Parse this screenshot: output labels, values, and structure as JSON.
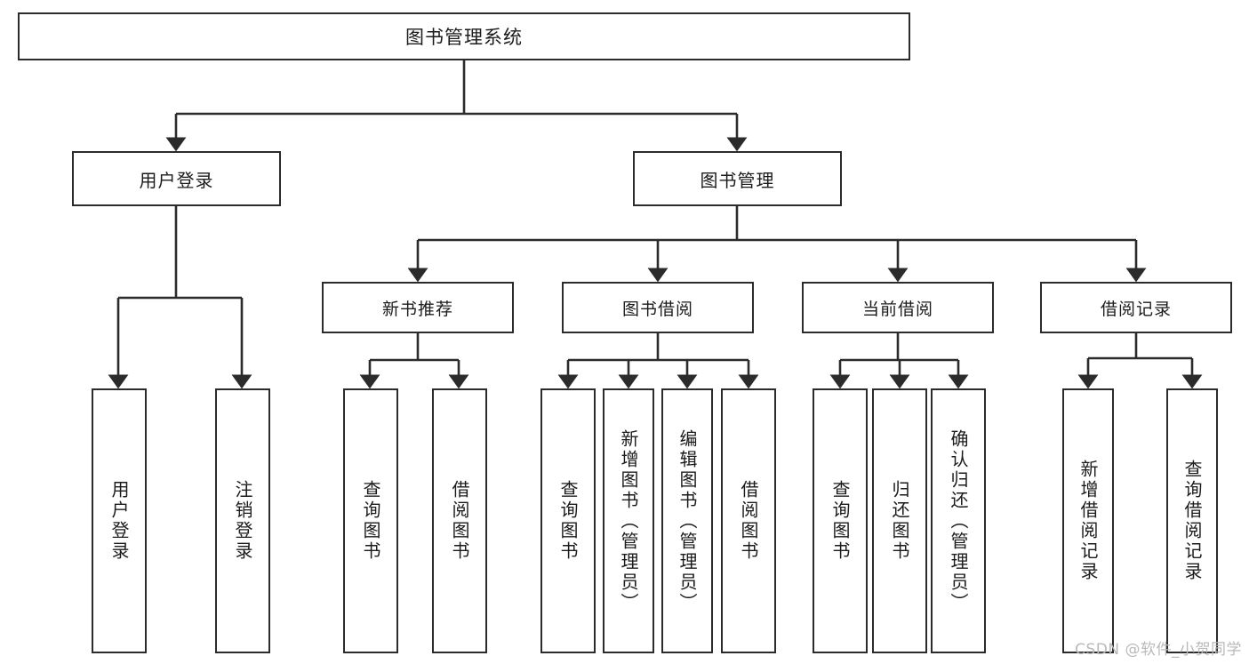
{
  "diagram": {
    "title": "图书管理系统",
    "watermark": "CSDN @软件_小贺同学",
    "root": {
      "label": "图书管理系统"
    },
    "level1": [
      {
        "label": "用户登录"
      },
      {
        "label": "图书管理"
      }
    ],
    "level2": [
      {
        "label": "新书推荐"
      },
      {
        "label": "图书借阅"
      },
      {
        "label": "当前借阅"
      },
      {
        "label": "借阅记录"
      }
    ],
    "leaves": {
      "user_login": [
        {
          "label": "用户登录"
        },
        {
          "label": "注销登录"
        }
      ],
      "new_book_recommend": [
        {
          "label": "查询图书"
        },
        {
          "label": "借阅图书"
        }
      ],
      "book_borrow": [
        {
          "label": "查询图书"
        },
        {
          "label": "新增图书（管理员）"
        },
        {
          "label": "编辑图书（管理员）"
        },
        {
          "label": "借阅图书"
        }
      ],
      "current_borrow": [
        {
          "label": "查询图书"
        },
        {
          "label": "归还图书"
        },
        {
          "label": "确认归还（管理员）"
        }
      ],
      "borrow_record": [
        {
          "label": "新增借阅记录"
        },
        {
          "label": "查询借阅记录"
        }
      ]
    },
    "colors": {
      "stroke": "#2b2b2b",
      "fill": "#ffffff",
      "text": "#1b1b1b",
      "watermark": "#b9b9b9"
    }
  }
}
